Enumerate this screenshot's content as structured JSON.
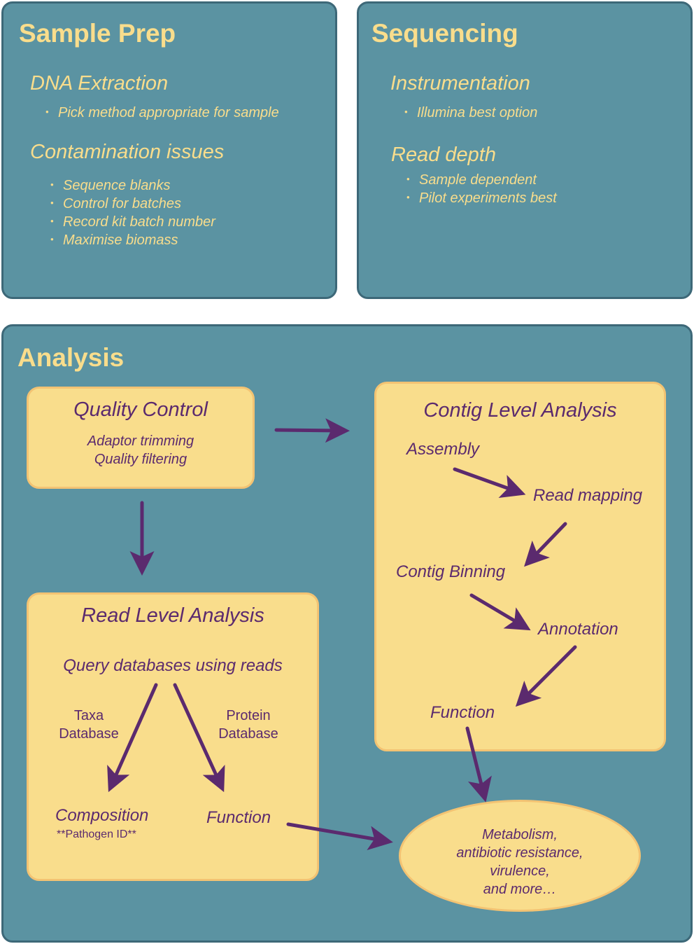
{
  "sample_prep": {
    "title": "Sample Prep",
    "dna_extraction": {
      "heading": "DNA Extraction",
      "items": [
        "Pick method appropriate for sample"
      ]
    },
    "contamination": {
      "heading": "Contamination issues",
      "items": [
        "Sequence blanks",
        "Control for batches",
        "Record kit batch number",
        "Maximise biomass"
      ]
    }
  },
  "sequencing": {
    "title": "Sequencing",
    "instrumentation": {
      "heading": "Instrumentation",
      "items": [
        "Illumina best option"
      ]
    },
    "read_depth": {
      "heading": "Read depth",
      "items": [
        "Sample dependent",
        "Pilot experiments best"
      ]
    }
  },
  "analysis": {
    "title": "Analysis",
    "quality_control": {
      "title": "Quality Control",
      "line1": "Adaptor trimming",
      "line2": "Quality filtering"
    },
    "read_level": {
      "title": "Read Level Analysis",
      "query": "Query databases using reads",
      "taxa_line1": "Taxa",
      "taxa_line2": "Database",
      "protein_line1": "Protein",
      "protein_line2": "Database",
      "composition": "Composition",
      "pathogen": "**Pathogen ID**",
      "function": "Function"
    },
    "contig_level": {
      "title": "Contig Level Analysis",
      "assembly": "Assembly",
      "read_mapping": "Read mapping",
      "contig_binning": "Contig Binning",
      "annotation": "Annotation",
      "function": "Function"
    },
    "outcome": {
      "line1": "Metabolism,",
      "line2": "antibiotic resistance,",
      "line3": "virulence,",
      "line4": "and more…"
    }
  },
  "colors": {
    "panel": "#5b93a2",
    "panel_border": "#3d6878",
    "box_fill": "#f9dd8c",
    "box_border": "#f3c373",
    "heading_text": "#f9dd8c",
    "box_text": "#5b2a6e",
    "arrow": "#5b2a6e"
  }
}
